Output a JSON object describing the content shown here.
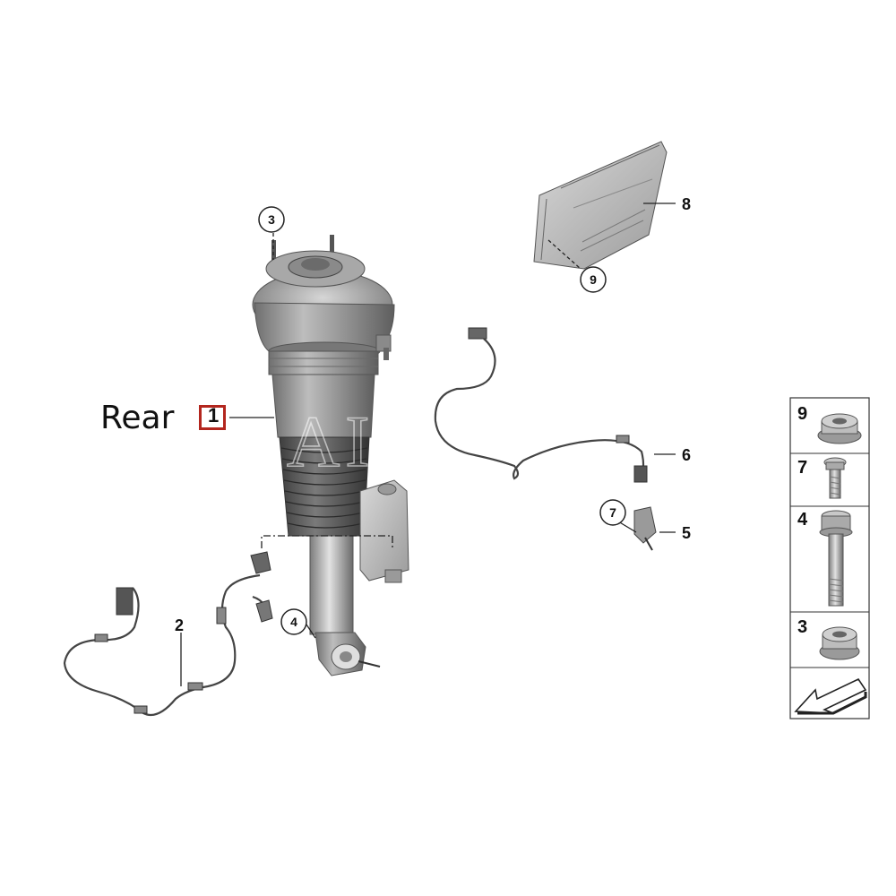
{
  "diagram": {
    "rear_label": "Rear",
    "watermark": "AISATE",
    "callouts": {
      "c1": "1",
      "c2": "2",
      "c3": "3",
      "c4": "4",
      "c5": "5",
      "c6": "6",
      "c7": "7",
      "c8": "8",
      "c9": "9"
    },
    "legend": [
      "9",
      "7",
      "4",
      "3"
    ],
    "colors": {
      "highlight_box": "#b3261e",
      "line": "#222222",
      "part_gray": "#8a8a8a"
    },
    "icons": {
      "arrow": "direction-arrow-icon",
      "nut": "flange-nut-icon",
      "bolt": "bolt-icon"
    }
  }
}
